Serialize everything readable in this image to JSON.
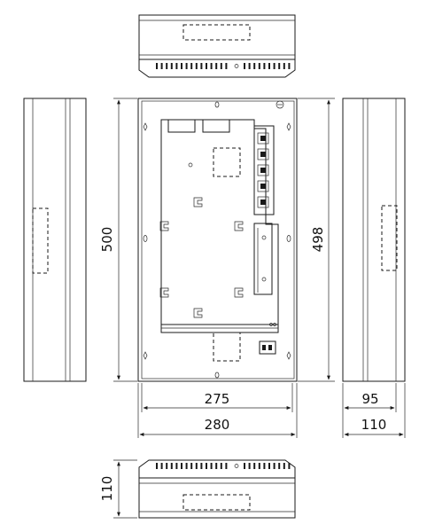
{
  "dimensions": {
    "height_outer": "500",
    "height_inner": "498",
    "width_inner": "275",
    "width_outer": "280",
    "depth_inner": "95",
    "depth_outer": "110",
    "depth_bottom_view": "110"
  },
  "colors": {
    "stroke": "#1a1a1a",
    "background": "#ffffff"
  }
}
